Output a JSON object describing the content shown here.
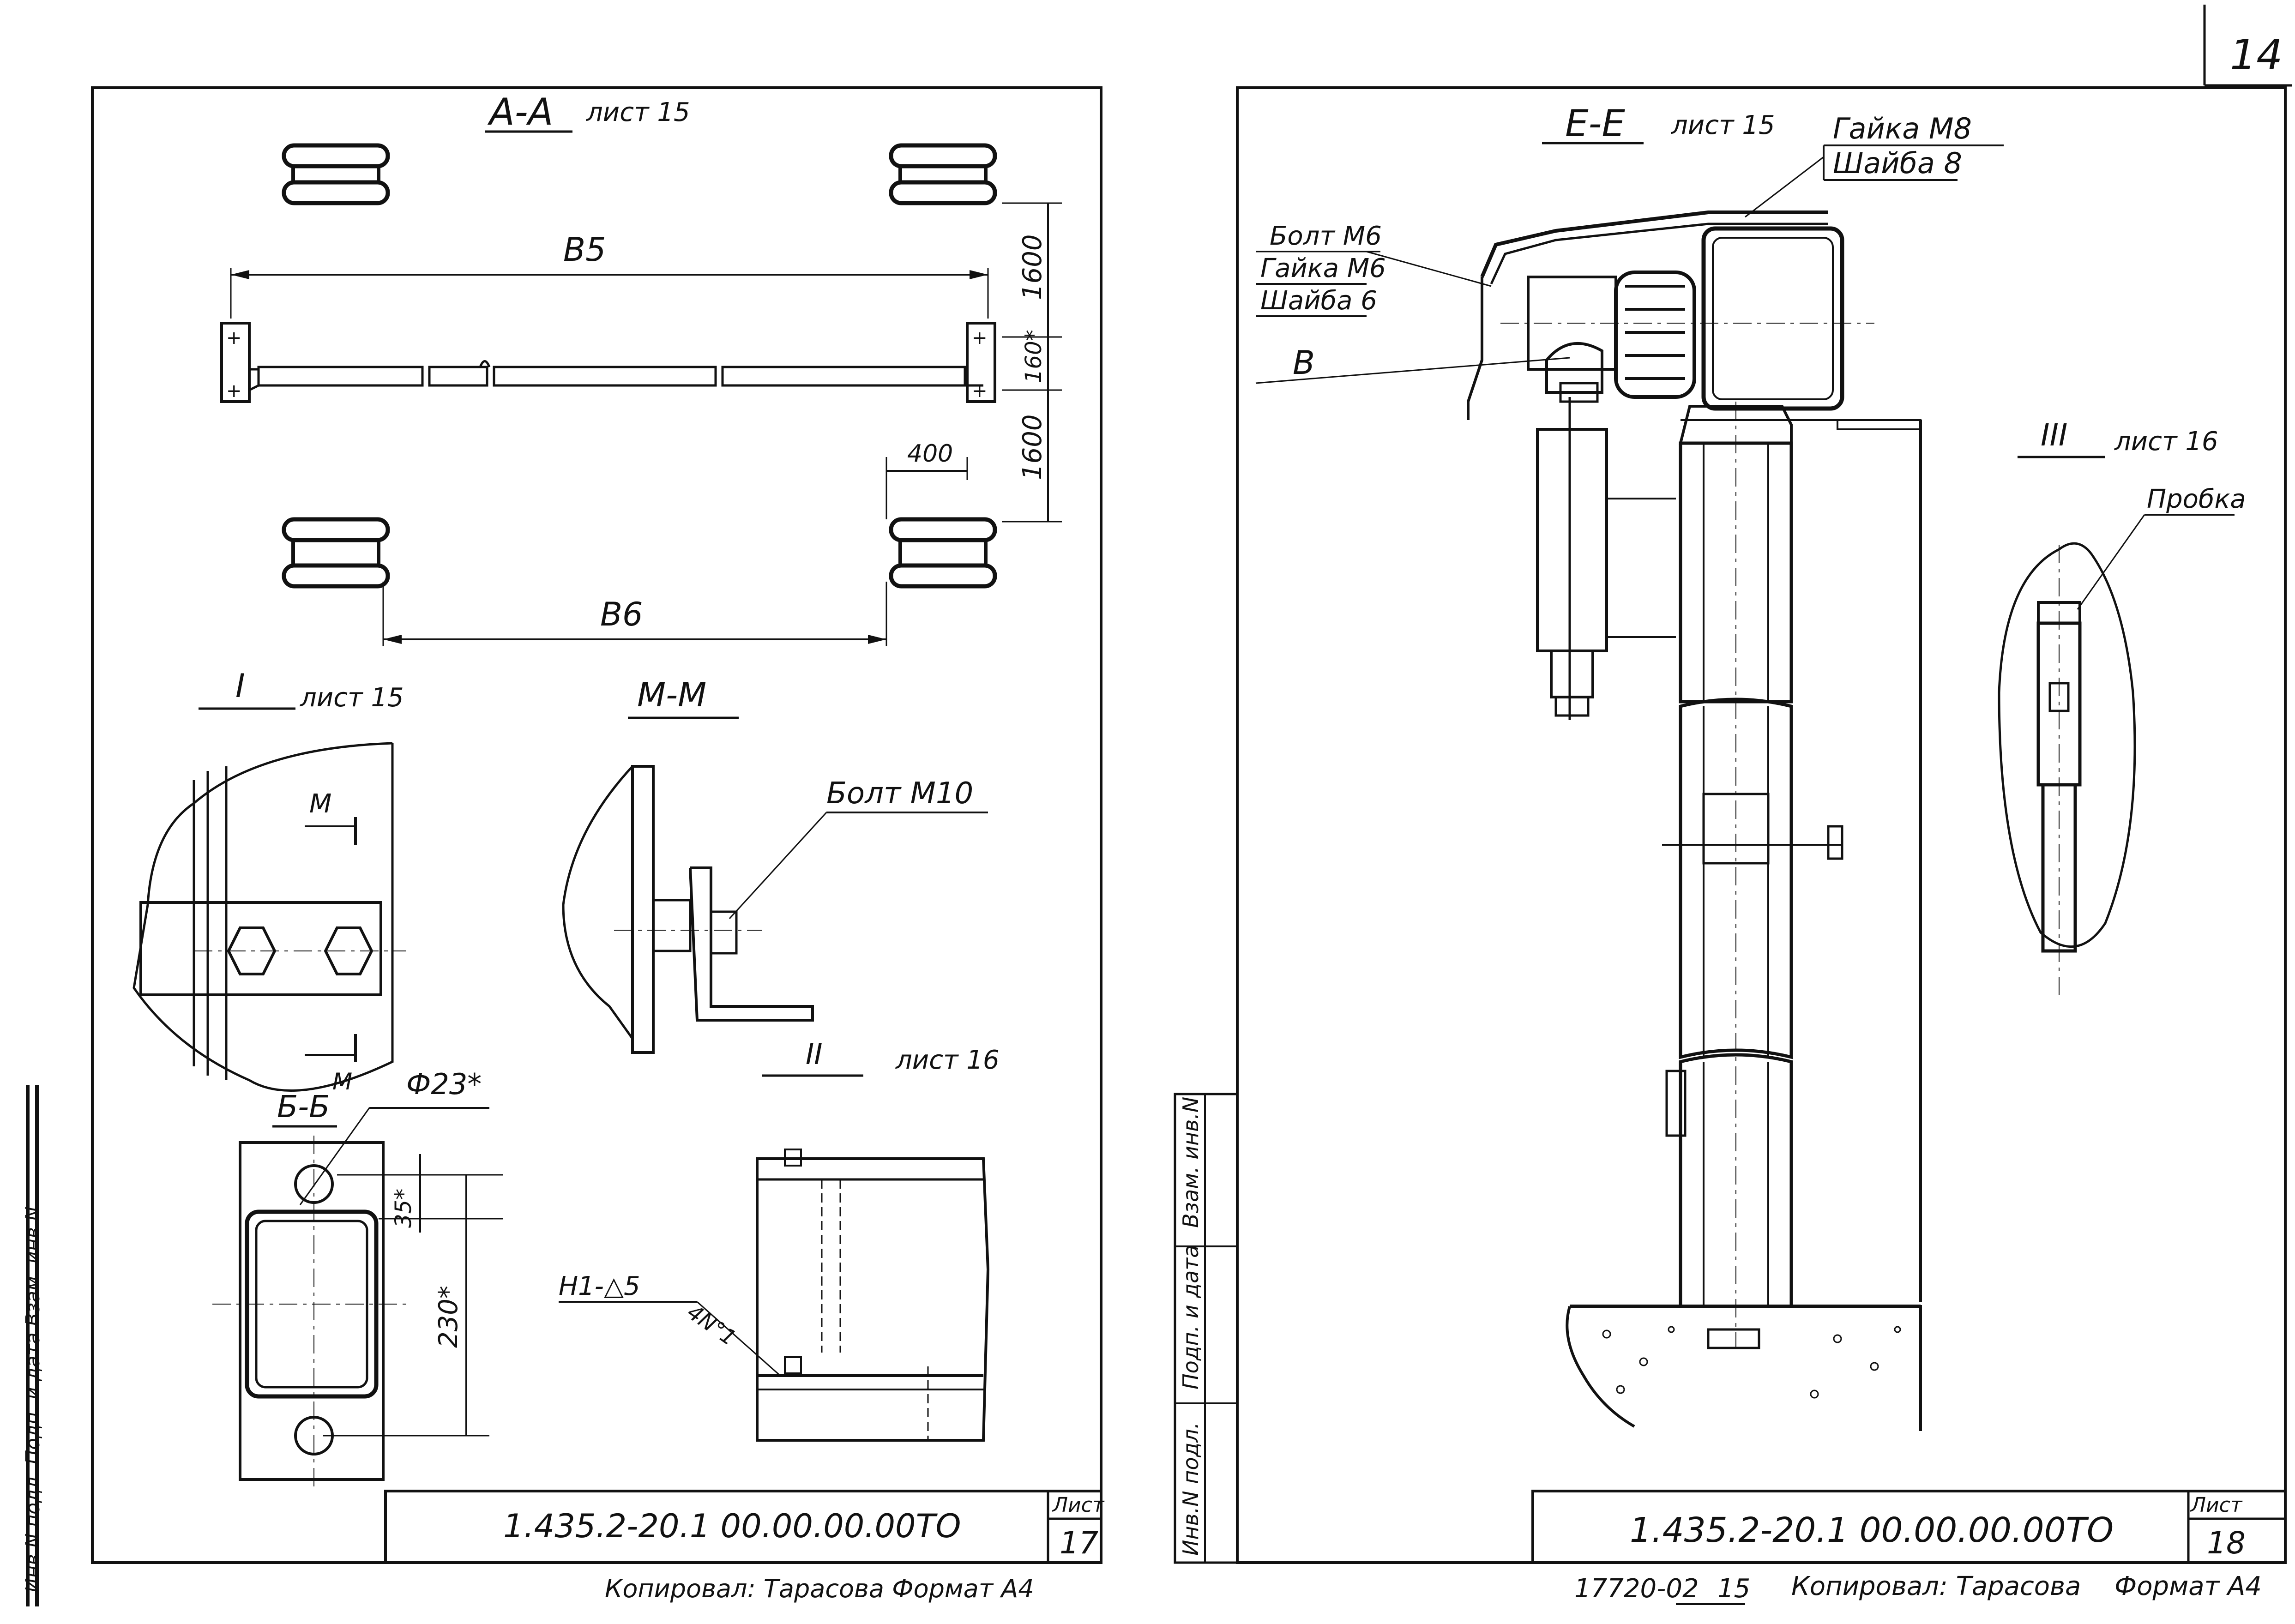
{
  "sheet_top_right_number": "14",
  "left_sheet": {
    "section_aa": {
      "title": "А-А",
      "ref": "лист 15"
    },
    "dim_b5": "В5",
    "dim_b6": "В6",
    "dim_1600_top": "1600",
    "dim_160": "160*",
    "dim_1600_bottom": "1600",
    "dim_400": "400",
    "view_i": {
      "title": "I",
      "ref": "лист 15"
    },
    "section_mm": {
      "title": "М-М"
    },
    "cut_mark_m": "М",
    "bolt_m10": "Болт М10",
    "section_bb": {
      "title": "Б-Б"
    },
    "dim_d23": "Ф23*",
    "dim_35": "35*",
    "dim_230": "230*",
    "view_ii": {
      "title": "II",
      "ref": "лист 16"
    },
    "weld_mark": "Н1-△5",
    "weld_count": "4N°1",
    "title_block": {
      "code": "1.435.2-20.1 00.00.00.00ТО",
      "sheet_label": "Лист",
      "sheet_no": "17"
    },
    "copied_by": "Копировал: Тарасова   Формат А4",
    "side_stamp": "Инв.N подл. Подп. и дата Взам. инв.N"
  },
  "right_sheet": {
    "section_ee": {
      "title": "Е-Е",
      "ref": "лист 15"
    },
    "nut_m8": "Гайка М8",
    "washer_8": "Шайба 8",
    "bolt_m6": "Болт М6",
    "nut_m6": "Гайка М6",
    "washer_6": "Шайба 6",
    "label_b": "В",
    "view_iii": {
      "title": "III",
      "ref": "лист 16"
    },
    "plug": "Пробка",
    "side_stamp": {
      "col1": "Инв.N подл.",
      "col2": "Подп. и дата",
      "col3": "Взам. инв.N"
    },
    "title_block": {
      "code": "1.435.2-20.1 00.00.00.00ТО",
      "sheet_label": "Лист",
      "sheet_no": "18"
    },
    "bottom_line": {
      "number": "17720-02",
      "page": "15",
      "copied_by": "Копировал: Тарасова",
      "format": "Формат А4"
    }
  }
}
